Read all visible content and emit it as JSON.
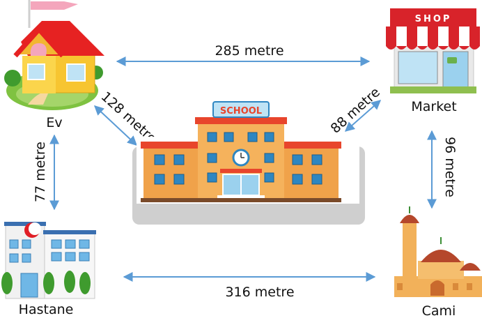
{
  "places": {
    "home": "Ev",
    "market": "Market",
    "hospital": "Hastane",
    "mosque": "Cami",
    "school_sign": "SCHOOL",
    "shop_sign": "SHOP"
  },
  "distances": {
    "home_market": "285 metre",
    "home_school": "128 metre",
    "school_market": "88 metre",
    "home_hospital": "77 metre",
    "market_mosque": "96 metre",
    "hospital_mosque": "316 metre"
  },
  "colors": {
    "arrow": "#5b9bd5",
    "school_wall": "#f0a24a",
    "school_roof": "#e8452c",
    "window": "#2e86c1",
    "home_roof": "#e62222",
    "home_wall": "#f7c531",
    "awning_red": "#d8232a",
    "mosque_wall": "#f2b15a",
    "mosque_dome": "#b5472b"
  }
}
